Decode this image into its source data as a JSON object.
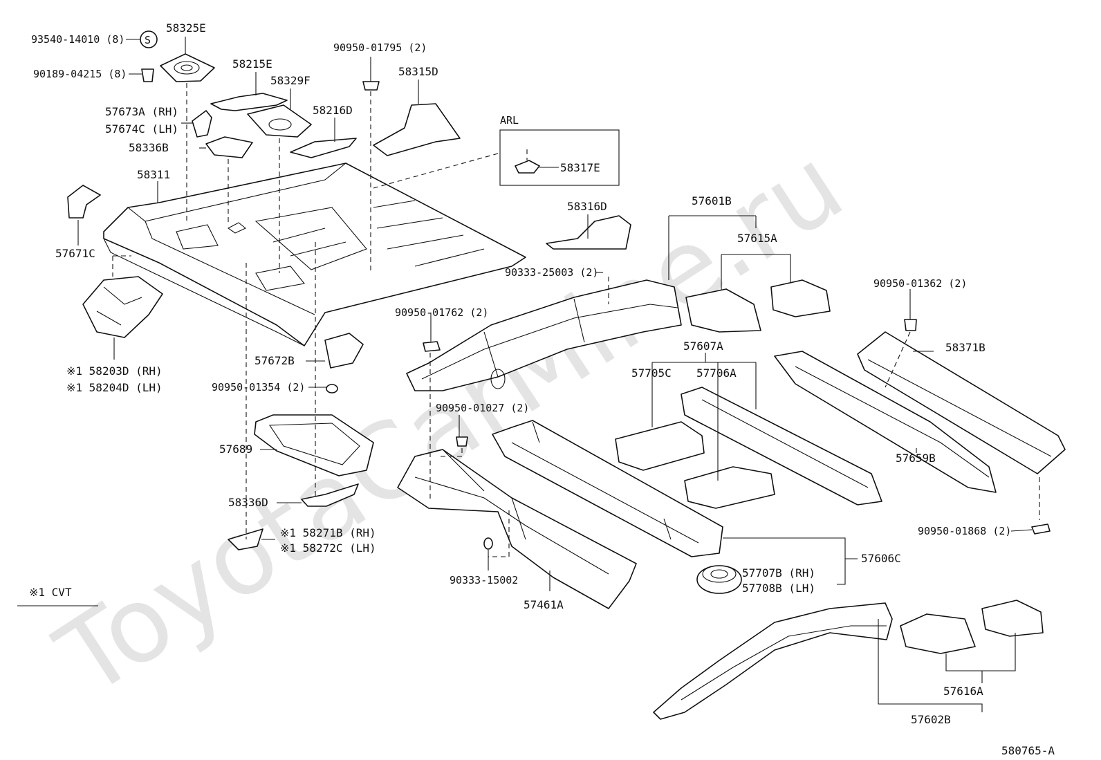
{
  "watermark": "ToyotaCarMine.ru",
  "diagram_code": "580765-A",
  "footnote": "※1  CVT",
  "arl_box_label": "ARL",
  "labels": {
    "p93540": "93540-14010 (8)",
    "s_symbol": "S",
    "p58325E": "58325E",
    "p90189": "90189-04215 (8)",
    "p58215E": "58215E",
    "p58329F": "58329F",
    "p57673A": "57673A (RH)",
    "p57674C": "57674C (LH)",
    "p58216D": "58216D",
    "p58336B": "58336B",
    "p90950_01795": "90950-01795 (2)",
    "p58315D": "58315D",
    "p58317E": "58317E",
    "p58311": "58311",
    "p57671C": "57671C",
    "p58316D": "58316D",
    "p57601B": "57601B",
    "p57615A": "57615A",
    "p90333_25003": "90333-25003 (2)",
    "p90950_01362": "90950-01362 (2)",
    "p90950_01762": "90950-01762 (2)",
    "p58371B": "58371B",
    "p58203D": "※1  58203D (RH)",
    "p58204D": "※1  58204D (LH)",
    "p57672B": "57672B",
    "p57607A": "57607A",
    "p57705C": "57705C",
    "p57706A": "57706A",
    "p90950_01354": "90950-01354 (2)",
    "p90950_01027": "90950-01027 (2)",
    "p57689": "57689",
    "p57659B": "57659B",
    "p58336D": "58336D",
    "p90950_01868": "90950-01868 (2)",
    "p58271B": "※1 58271B (RH)",
    "p58272C": "※1 58272C (LH)",
    "p57606C": "57606C",
    "p57707B": "57707B (RH)",
    "p57708B": "57708B (LH)",
    "p90333_15002": "90333-15002",
    "p57461A": "57461A",
    "p57616A": "57616A",
    "p57602B": "57602B"
  }
}
